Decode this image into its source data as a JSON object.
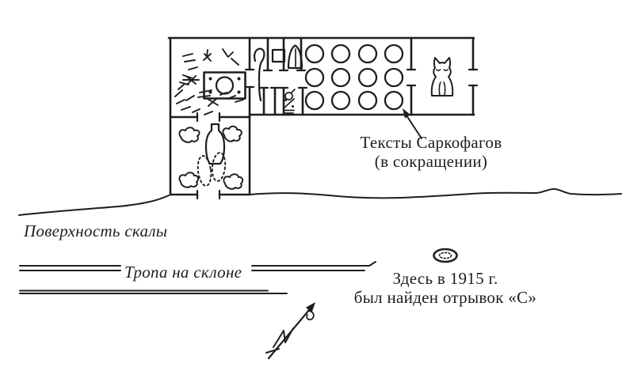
{
  "figure": {
    "background_color": "#ffffff",
    "ink_color": "#1e1e1e"
  },
  "labels": {
    "sarcophagus_texts": {
      "line1": "Тексты Саркофагов",
      "line2": "(в сокращении)"
    },
    "rock_surface": "Поверхность скалы",
    "path_on_slope": "Тропа на склоне",
    "find_spot": {
      "line1": "Здесь в 1915 г.",
      "line2": "был найден отрывок «С»"
    }
  },
  "plan": {
    "sarcophagus_pit_grid": {
      "rows": 3,
      "columns": 4
    },
    "symbols": [
      "debris-marks-icon",
      "offering-table-icon",
      "crook-staff-icon",
      "square-block-icon",
      "shrine-loaf-icon",
      "hieroglyph-panel-icon",
      "sarcophagus-pit-grid",
      "cat-statue-icon",
      "vase-icon",
      "rock-blobs-icon",
      "dotted-pits-icon",
      "callout-arrow-icon",
      "rock-surface-line",
      "path-slope-lines",
      "find-spot-oval-icon",
      "north-arrow-icon"
    ]
  }
}
